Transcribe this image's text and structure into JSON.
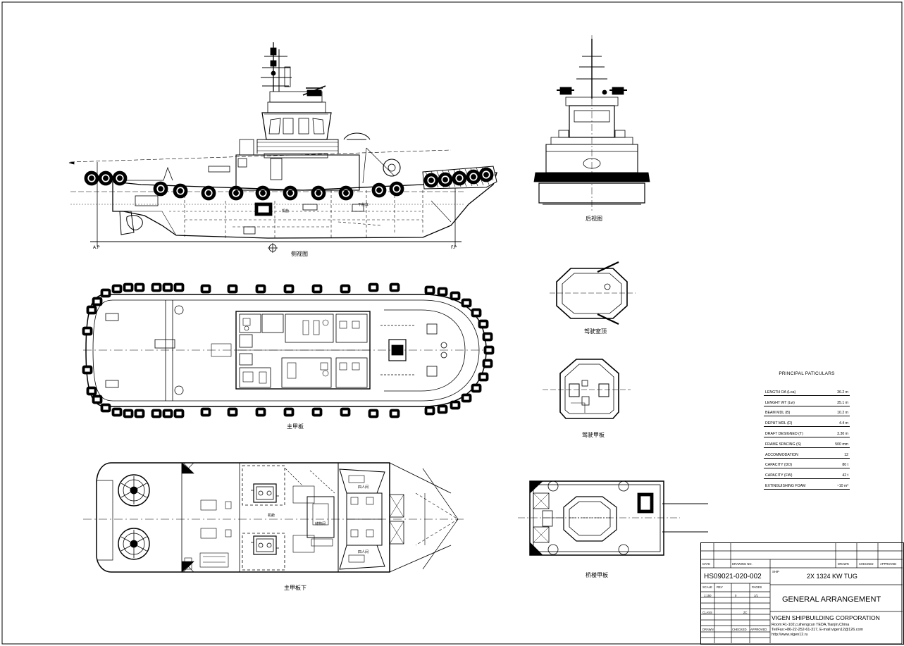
{
  "labels": {
    "ap": "A.P",
    "fp": "F.P",
    "side_view": "侧视图",
    "rear_view": "后视图",
    "wheelhouse_top": "驾驶室顶",
    "wheelhouse_deck": "驾驶甲板",
    "main_deck": "主甲板",
    "below_main_deck": "主甲板下",
    "bridge_deck": "桥楼甲板",
    "engine_room": "机舱",
    "lower_stores": "下舱库",
    "crew_room": "四人间",
    "stores": "储物间"
  },
  "principal_particulars": {
    "title": "PRINCIPAL PATICULARS",
    "rows": [
      {
        "key": "LENGTH OA (Loa)",
        "value": "36.2 m"
      },
      {
        "key": "LENGHT WT (Lw)",
        "value": "35.1 m"
      },
      {
        "key": "BEAM MDL (B)",
        "value": "10.2 m"
      },
      {
        "key": "DEPHT MDL (D)",
        "value": "4.4 m"
      },
      {
        "key": "DRAFT DESIGNED (T)",
        "value": "3.30 m"
      },
      {
        "key": "FRAME SPACING (S)",
        "value": "500 mm"
      },
      {
        "key": "ACCOMMODATION",
        "value": "12"
      },
      {
        "key": "CAPACITY (DO)",
        "value": "80 t"
      },
      {
        "key": "CAPACITY (FW)",
        "value": "42 t"
      },
      {
        "key": "EXTINGUISHING FOAM",
        "value": "~10 m³"
      }
    ]
  },
  "title_block": {
    "drawing_number": "HS09021-020-002",
    "ship_name": "2X 1324 KW TUG",
    "drawing_title": "GENERAL ARRANGEMENT",
    "company": "VIGEN SHIPBUILDING CORPORATION",
    "address": "Room:41-102,cuihengcun TEDA,Tianjin,China",
    "contact": "Tel/Fax:+86-22-252-61-317, E-mail:vigen12@126.com",
    "website": "http://www.vigen12.ru",
    "date_label": "DATE",
    "drawing_no_label": "DRAWING NO.",
    "scale_label": "SCALE",
    "scale_value": "1:150",
    "rev_label": "REV",
    "rev_value": "0",
    "pages_label": "PAGES",
    "pages_value": "1/1",
    "class_label": "CLASS",
    "class_value": "ZC",
    "drawn_label": "DRAWN",
    "checked_label": "CHECKED",
    "approved_label": "APPROVED",
    "ship_label": "SHIP"
  },
  "colors": {
    "line": "#000000",
    "paper": "#ffffff"
  }
}
